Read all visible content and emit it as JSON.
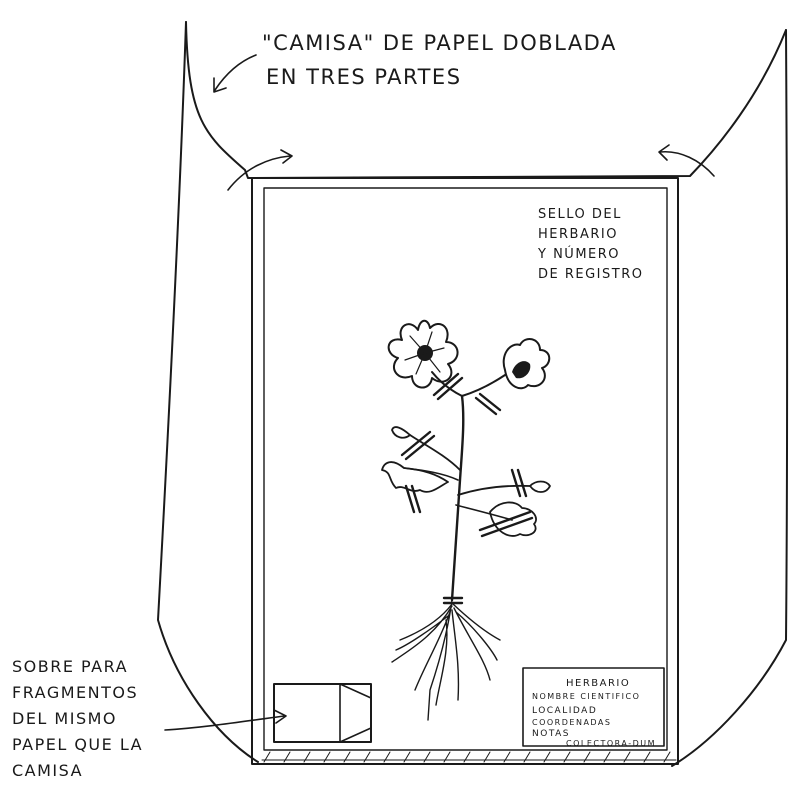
{
  "title_note": {
    "line1": "\"CAMISA\" DE PAPEL DOBLADA",
    "line2": "EN TRES PARTES"
  },
  "stamp_note": {
    "line1": "SELLO DEL",
    "line2": "HERBARIO",
    "line3": "Y NÚMERO",
    "line4": "DE REGISTRO"
  },
  "envelope_note": {
    "line1": "SOBRE PARA",
    "line2": "FRAGMENTOS",
    "line3": "DEL MISMO",
    "line4": "PAPEL QUE LA",
    "line5": "CAMISA"
  },
  "label": {
    "title": "HERBARIO",
    "line1": "NOMBRE CIENTIFICO",
    "line2": "LOCALIDAD",
    "line3": "COORDENADAS",
    "line4": "NOTAS",
    "line5": "COLECTORA-DUM"
  },
  "colors": {
    "ink": "#1a1a1a",
    "paper": "#ffffff"
  }
}
